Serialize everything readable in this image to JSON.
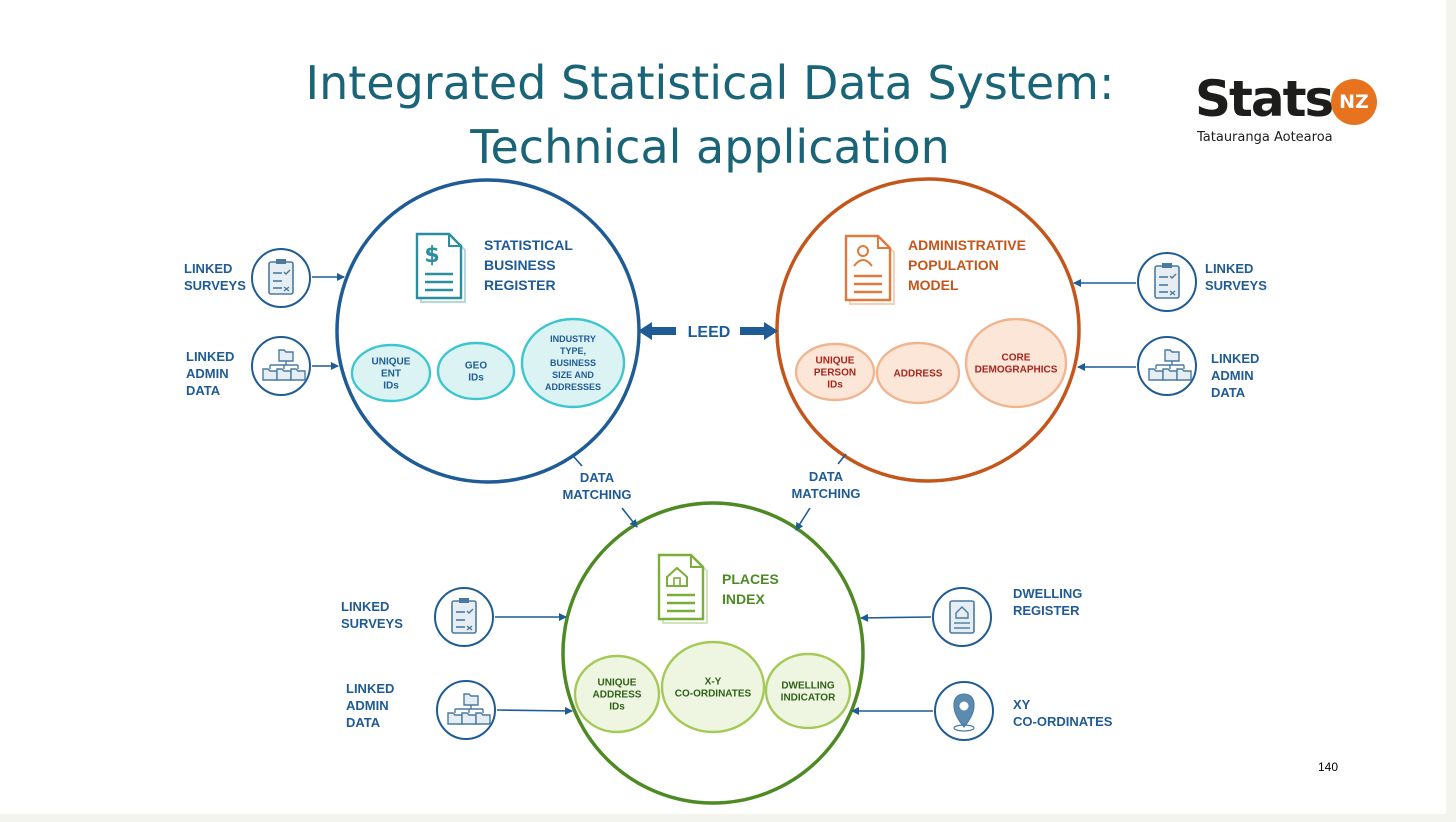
{
  "title": {
    "line1": "Integrated Statistical Data System:",
    "line2": "Technical application"
  },
  "logo": {
    "word": "Stats",
    "badge": "NZ",
    "subtitle": "Tatauranga Aotearoa"
  },
  "colors": {
    "title": "#1a6478",
    "blue": "#1f5b95",
    "teal": "#3cc6d0",
    "orange": "#c4561b",
    "peach": "#f0b58f",
    "green": "#4d8a23",
    "lightgreen": "#a5c955",
    "logo_orange": "#e8731e"
  },
  "sbr": {
    "title": [
      "STATISTICAL",
      "BUSINESS",
      "REGISTER"
    ],
    "items": [
      [
        "UNIQUE",
        "ENT",
        "IDs"
      ],
      [
        "GEO",
        "IDs"
      ],
      [
        "INDUSTRY",
        "TYPE,",
        "BUSINESS",
        "SIZE AND",
        "ADDRESSES"
      ]
    ],
    "inputs": [
      {
        "label": [
          "LINKED",
          "SURVEYS"
        ],
        "icon": "checklist-icon"
      },
      {
        "label": [
          "LINKED",
          "ADMIN",
          "DATA"
        ],
        "icon": "folder-hierarchy-icon"
      }
    ]
  },
  "apm": {
    "title": [
      "ADMINISTRATIVE",
      "POPULATION",
      "MODEL"
    ],
    "items": [
      [
        "UNIQUE",
        "PERSON",
        "IDs"
      ],
      [
        "ADDRESS"
      ],
      [
        "CORE",
        "DEMOGRAPHICS"
      ]
    ],
    "inputs": [
      {
        "label": [
          "LINKED",
          "SURVEYS"
        ],
        "icon": "checklist-icon"
      },
      {
        "label": [
          "LINKED",
          "ADMIN",
          "DATA"
        ],
        "icon": "folder-hierarchy-icon"
      }
    ]
  },
  "leed": "LEED",
  "data_matching_left": [
    "DATA",
    "MATCHING"
  ],
  "data_matching_right": [
    "DATA",
    "MATCHING"
  ],
  "places": {
    "title": [
      "PLACES",
      "INDEX"
    ],
    "items": [
      [
        "UNIQUE",
        "ADDRESS",
        "IDs"
      ],
      [
        "X-Y",
        "CO-ORDINATES"
      ],
      [
        "DWELLING",
        "INDICATOR"
      ]
    ],
    "inputs_left": [
      {
        "label": [
          "LINKED",
          "SURVEYS"
        ],
        "icon": "checklist-icon"
      },
      {
        "label": [
          "LINKED",
          "ADMIN",
          "DATA"
        ],
        "icon": "folder-hierarchy-icon"
      }
    ],
    "inputs_right": [
      {
        "label": [
          "DWELLING",
          "REGISTER"
        ],
        "icon": "house-document-icon"
      },
      {
        "label": [
          "XY",
          "CO-ORDINATES"
        ],
        "icon": "map-pin-icon"
      }
    ]
  },
  "page_number": "140"
}
